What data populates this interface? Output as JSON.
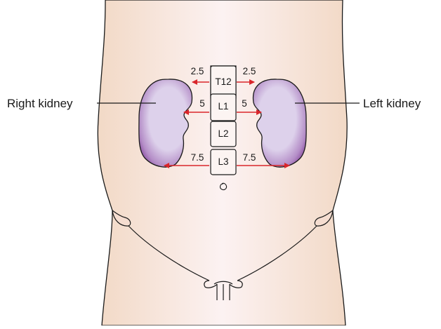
{
  "labels": {
    "right_kidney": "Right kidney",
    "left_kidney": "Left kidney"
  },
  "vertebrae": [
    "T12",
    "L1",
    "L2",
    "L3"
  ],
  "distances": {
    "t12_right": "2.5",
    "t12_left": "2.5",
    "l1_right": "5",
    "l1_left": "5",
    "l3_right": "7.5",
    "l3_left": "7.5"
  },
  "colors": {
    "skin_edge": "#f3dccb",
    "skin_center": "#fbf0ef",
    "kidney_fill": "#dcd0ea",
    "kidney_outline": "#7b3c90",
    "arrow": "#d9262b",
    "line": "#1a1a1a"
  },
  "icons": {
    "navel": "navel-icon"
  }
}
